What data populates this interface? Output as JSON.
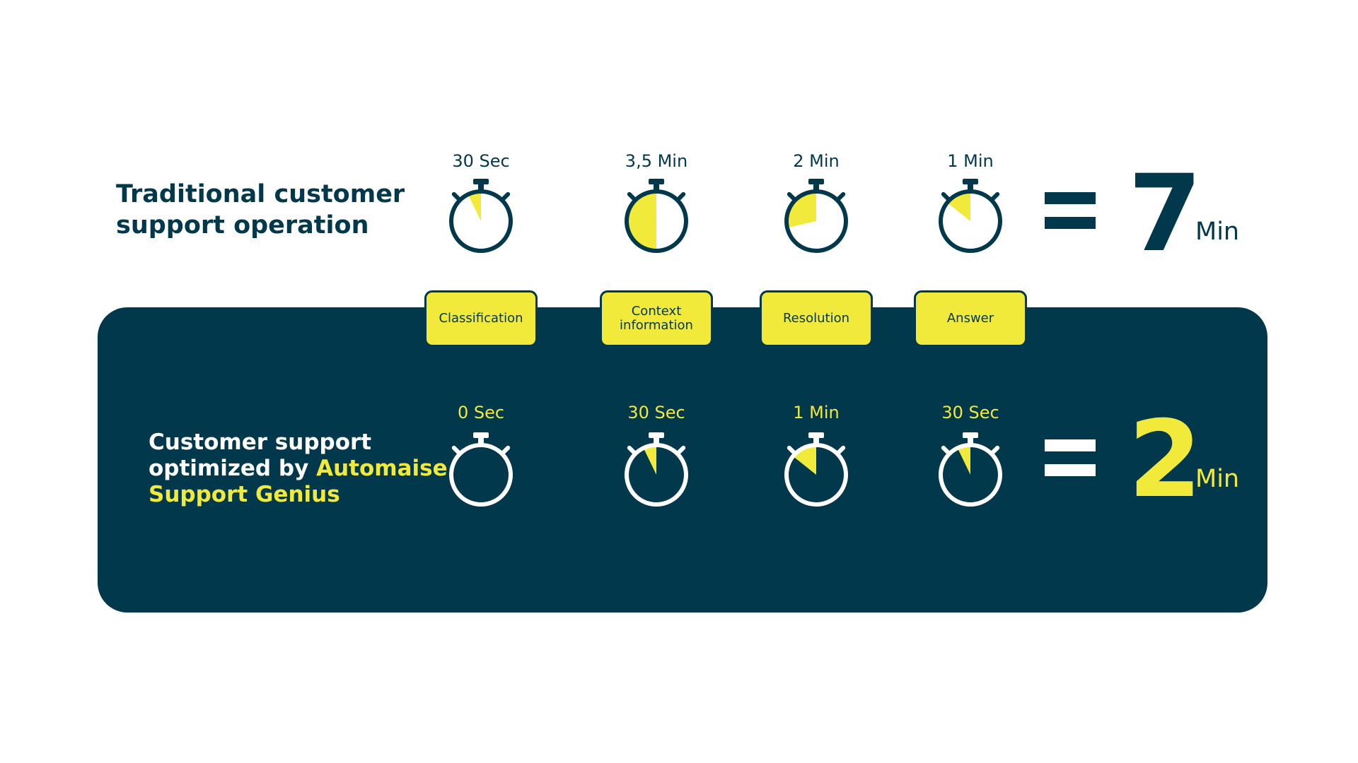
{
  "traditional": {
    "title_plain": "Traditional ",
    "title_bold_1": "customer",
    "title_bold_2": "support operation",
    "times": [
      "30 Sec",
      "3,5 Min",
      "2 Min",
      "1 Min"
    ],
    "fill_fractions": [
      0.0714,
      0.5,
      0.2857,
      0.1429
    ],
    "total_value": "7",
    "total_unit": "Min"
  },
  "optimized": {
    "title_line_1": "Customer support",
    "title_line_2_plain": "optimized by ",
    "title_line_2_bold": "Automaise",
    "title_line_3_bold": "Support Genius",
    "times": [
      "0 Sec",
      "30 Sec",
      "1 Min",
      "30 Sec"
    ],
    "fill_fractions": [
      0,
      0.0714,
      0.1429,
      0.0714
    ],
    "total_value": "2",
    "total_unit": "Min"
  },
  "steps": [
    {
      "line1": "Classification",
      "line2": ""
    },
    {
      "line1": "Context",
      "line2": "information"
    },
    {
      "line1": "Resolution",
      "line2": ""
    },
    {
      "line1": "Answer",
      "line2": ""
    }
  ],
  "colors": {
    "navy": "#02384b",
    "yellow": "#f2ea3a",
    "white": "#ffffff"
  },
  "icons": [
    "stopwatch-icon",
    "equals-icon"
  ]
}
